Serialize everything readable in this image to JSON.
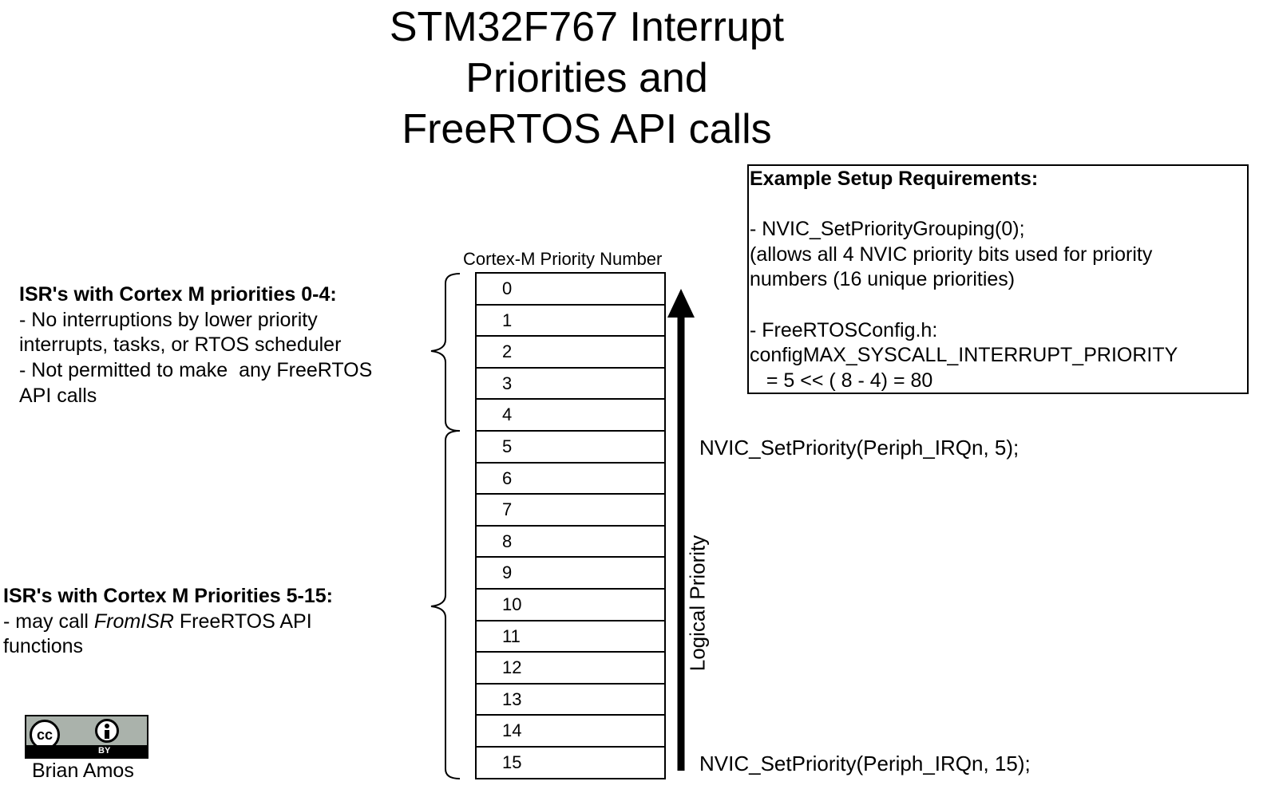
{
  "title_lines": [
    "STM32F767 Interrupt",
    "Priorities and",
    "FreeRTOS API calls"
  ],
  "setup_box": {
    "heading": "Example Setup Requirements:",
    "lines": [
      "- NVIC_SetPriorityGrouping(0);",
      "(allows all 4 NVIC priority bits used for priority",
      "numbers (16 unique priorities)",
      "",
      "- FreeRTOSConfig.h:",
      "configMAX_SYSCALL_INTERRUPT_PRIORITY",
      "   = 5 << ( 8 - 4) = 80"
    ]
  },
  "priority_column_header": "Cortex-M Priority Number",
  "priority_numbers": [
    "0",
    "1",
    "2",
    "3",
    "4",
    "5",
    "6",
    "7",
    "8",
    "9",
    "10",
    "11",
    "12",
    "13",
    "14",
    "15"
  ],
  "top_group": {
    "heading": "ISR's with Cortex M priorities 0-4:",
    "lines": [
      "- No interruptions by lower priority",
      "interrupts, tasks, or RTOS scheduler",
      "- Not permitted to make  any FreeRTOS",
      "API calls"
    ]
  },
  "bottom_group": {
    "heading": "ISR's with Cortex M Priorities 5-15:",
    "line1_prefix": "- may call ",
    "line1_italic": "FromISR",
    "line1_suffix": " FreeRTOS API",
    "line2": "functions"
  },
  "calls": {
    "priority_5": "NVIC_SetPriority(Periph_IRQn, 5);",
    "priority_15": "NVIC_SetPriority(Periph_IRQn, 15);"
  },
  "axis_label": "Logical Priority",
  "license": {
    "badge_text": "BY",
    "icons": [
      "cc-icon",
      "attribution-person-icon"
    ]
  },
  "author": "Brian Amos"
}
